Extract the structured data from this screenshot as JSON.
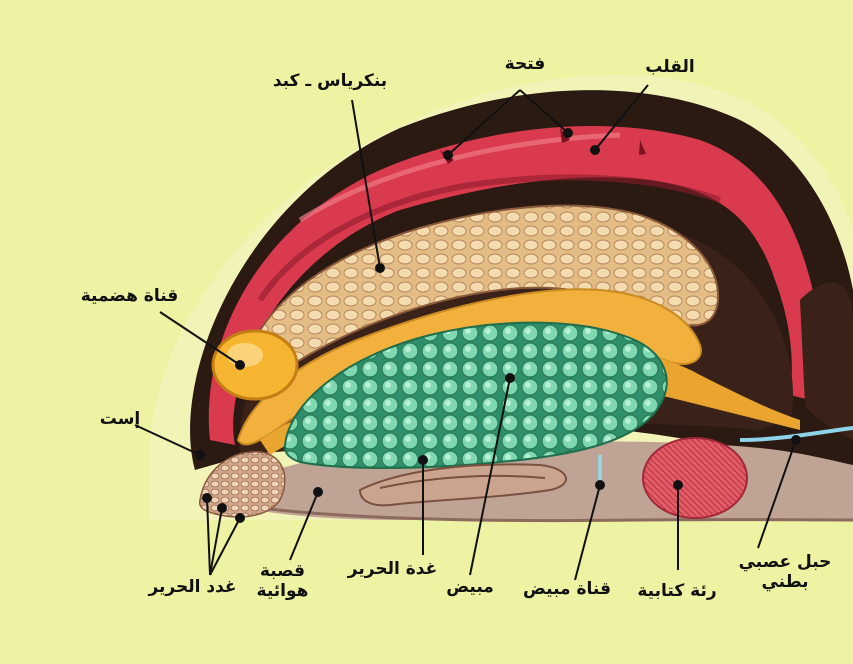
{
  "labels": {
    "heart": "القلب",
    "ostia": "فتحة",
    "hepatopancreas": "بنكرياس ـ كبد",
    "digestive_duct": "قناة هضمية",
    "anus": "إست",
    "silk_glands_spinnerets": "غدد الحرير",
    "trachea_line1": "قصبة",
    "trachea_line2": "هوائية",
    "silk_gland": "غدة الحرير",
    "ovary": "مبيض",
    "oviduct": "قناة مبيض",
    "book_lung": "رئة كتابية",
    "nerve_cord_line1": "حبل عصبي",
    "nerve_cord_line2": "بطني"
  },
  "colors": {
    "background": "#eef2a3",
    "heart": "#d93a4e",
    "heart_dark": "#7a1220",
    "body_wall": "#2a1a12",
    "fat": "#f2b13c",
    "hepatopancreas": "#e9c892",
    "ovary": "#5fc79a",
    "book_lung": "#e0525e",
    "silk_gland_area": "#c9b2a3"
  }
}
